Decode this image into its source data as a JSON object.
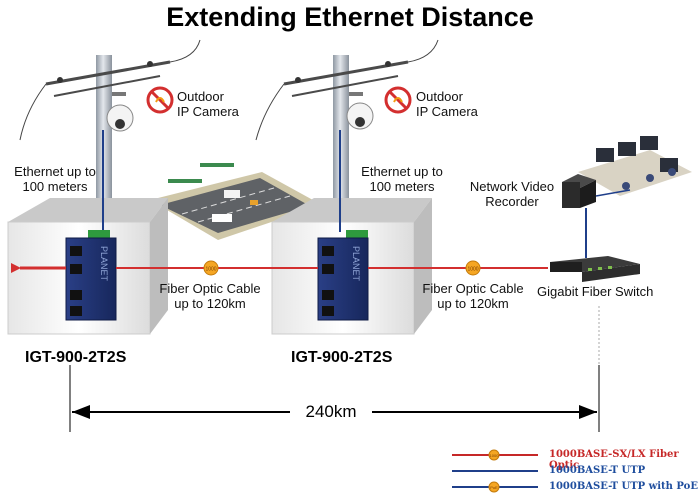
{
  "title": "Extending Ethernet Distance",
  "nodes": {
    "camera_left": {
      "line1": "Outdoor",
      "line2": "IP Camera"
    },
    "camera_right": {
      "line1": "Outdoor",
      "line2": "IP Camera"
    },
    "ethernet_left": {
      "line1": "Ethernet up to",
      "line2": "100 meters"
    },
    "ethernet_right": {
      "line1": "Ethernet up to",
      "line2": "100 meters"
    },
    "nvr": {
      "line1": "Network Video",
      "line2": "Recorder"
    },
    "switch": {
      "label": "Gigabit Fiber Switch"
    },
    "device_left": {
      "model": "IGT-900-2T2S",
      "brand": "PLANET"
    },
    "device_right": {
      "model": "IGT-900-2T2S",
      "brand": "PLANET"
    }
  },
  "links": {
    "fiber_left": {
      "line1": "Fiber Optic Cable",
      "line2": "up to 120km"
    },
    "fiber_right": {
      "line1": "Fiber Optic Cable",
      "line2": "up to 120km"
    },
    "badge": "1000"
  },
  "distance": {
    "label": "240km"
  },
  "legend": [
    {
      "label": "1000BASE-SX/LX Fiber Optic",
      "color": "#c62828",
      "badge": "1000"
    },
    {
      "label": "1000BASE-T UTP",
      "color": "#1f3f8a",
      "badge": ""
    },
    {
      "label": "1000BASE-T UTP with PoE",
      "color": "#1f3f8a",
      "badge": "PoE"
    }
  ],
  "colors": {
    "fiber": "#d32f2f",
    "utp": "#1f3f8a",
    "badge": "#f5a623",
    "legend_text": "#1f4e9e",
    "legend_fiber_text": "#c62828"
  }
}
